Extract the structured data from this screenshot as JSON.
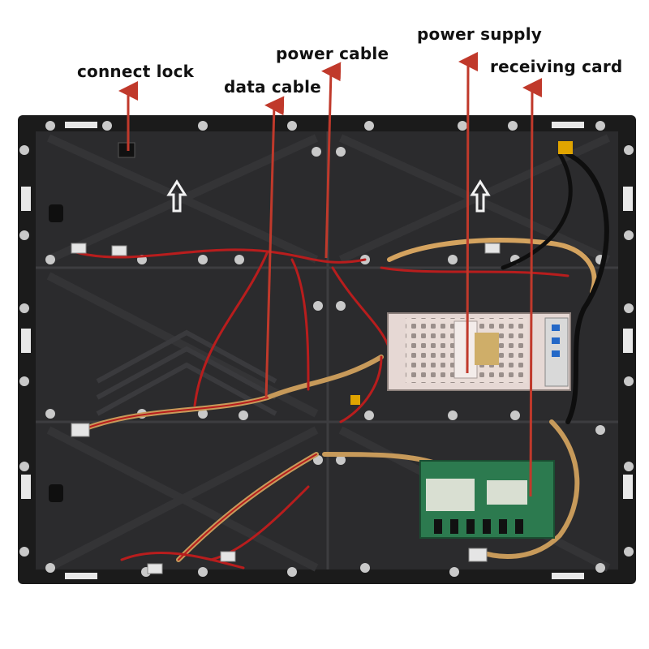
{
  "labels": {
    "connect_lock": "connect lock",
    "data_cable": "data cable",
    "power_cable": "power cable",
    "power_supply": "power supply",
    "receiving_card": "receiving card"
  },
  "colors": {
    "pointer": "#c0392b",
    "frame": "#1b1b1b",
    "panel": "#2b2b2d",
    "cable_red": "#b81d1d",
    "psu": "#e6d8d4",
    "card": "#2c7a4f"
  }
}
